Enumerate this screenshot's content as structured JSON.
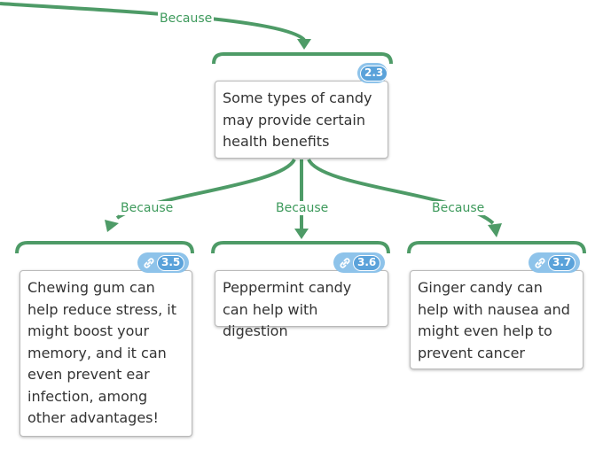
{
  "links": {
    "top_label": "Because",
    "left_label": "Because",
    "mid_label": "Because",
    "right_label": "Because"
  },
  "nodes": {
    "parent": {
      "number": "2.3",
      "text": "Some types of candy may provide certain health benefits"
    },
    "left": {
      "number": "3.5",
      "text": "Chewing gum can help reduce stress, it might boost your memory, and it can even prevent ear infection, among other advantages!"
    },
    "middle": {
      "number": "3.6",
      "text": "Peppermint candy can help with digestion"
    },
    "right": {
      "number": "3.7",
      "text": "Ginger candy can help with nausea and might even help to prevent cancer"
    }
  },
  "colors": {
    "link": "#4e9b67",
    "badge": "#8ec3ea",
    "badge_number": "#5aa2da"
  },
  "icons": {
    "badge_icon": "link-icon"
  }
}
